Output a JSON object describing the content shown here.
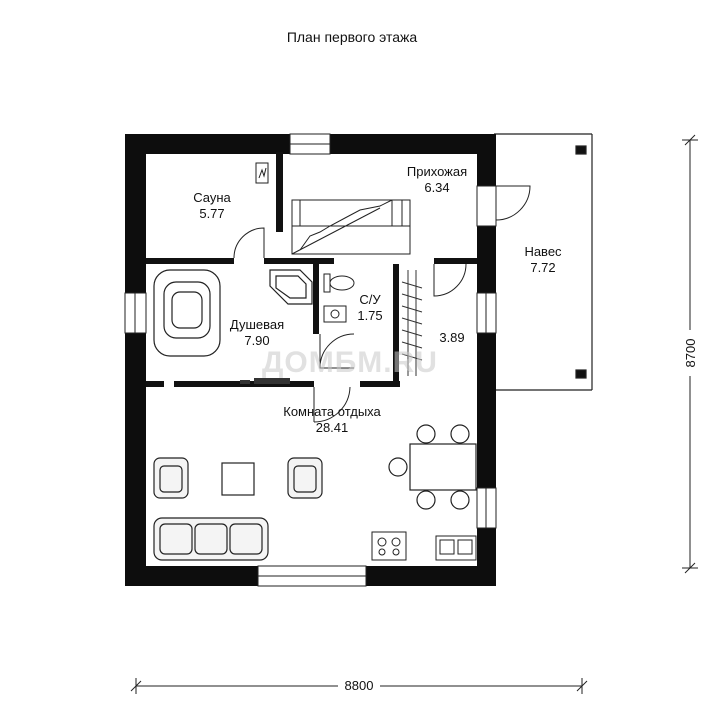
{
  "title": "План первого этажа",
  "rooms": [
    {
      "name": "Сауна",
      "area": "5.77"
    },
    {
      "name": "Прихожая",
      "area": "6.34"
    },
    {
      "name": "Навес",
      "area": "7.72"
    },
    {
      "name": "С/У",
      "area": "1.75"
    },
    {
      "name": "Душевая",
      "area": "7.90"
    },
    {
      "name": "",
      "area": "3.89"
    },
    {
      "name": "Комната отдыха",
      "area": "28.41"
    }
  ],
  "dimensions": {
    "width": "8800",
    "height": "8700"
  },
  "watermark": "ДОМБМ.RU"
}
